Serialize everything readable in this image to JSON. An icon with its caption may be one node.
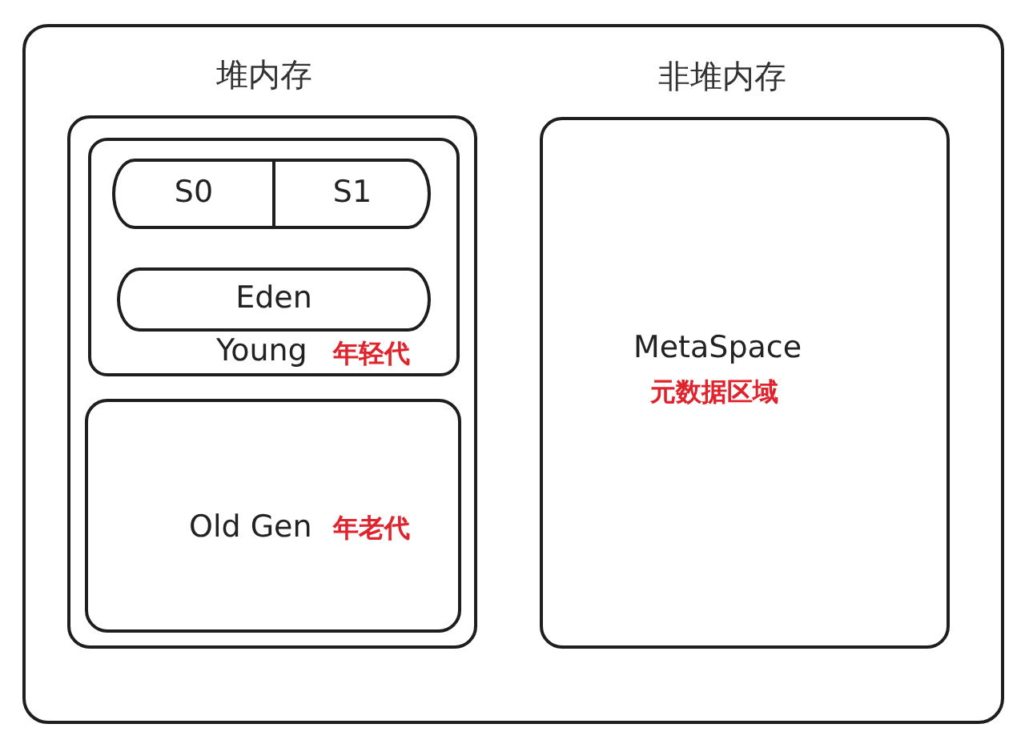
{
  "diagram": {
    "nodes": [
      {
        "text": [],
        "shape": "box"
      },
      {
        "text": [
          "堆内存"
        ],
        "in": 0
      },
      {
        "text": [
          "Young",
          "年轻代"
        ],
        "in": 1
      },
      {
        "text": [
          "S0"
        ],
        "in": 2
      },
      {
        "text": [
          "S1"
        ],
        "in": 2
      },
      {
        "text": [
          "Eden"
        ],
        "in": 2
      },
      {
        "text": [
          "Old Gen",
          "年老代"
        ],
        "in": 1
      },
      {
        "text": [
          "非堆内存",
          "MetaSpace",
          "元数据区域"
        ],
        "in": 0
      }
    ]
  }
}
